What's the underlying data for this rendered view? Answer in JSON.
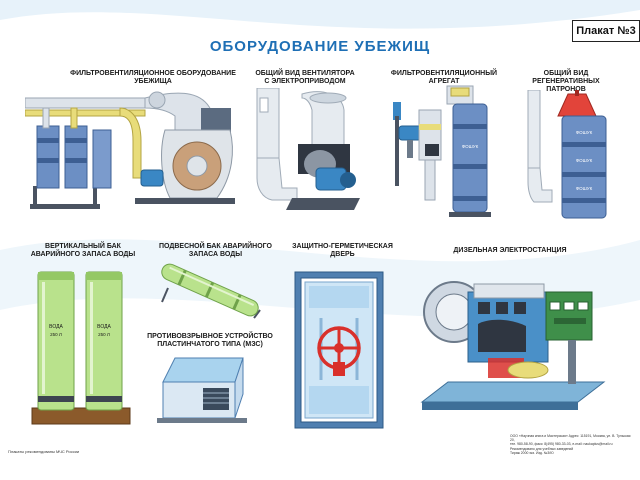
{
  "poster": {
    "title": "ОБОРУДОВАНИЕ УБЕЖИЩ",
    "number": "Плакат №3"
  },
  "sections": {
    "filter_vent_equipment": "ФИЛЬТРОВЕНТИЛЯЦИОННОЕ ОБОРУДОВАНИЕ УБЕЖИЩА",
    "fan_view": "ОБЩИЙ ВИД ВЕНТИЛЯТОРА С ЭЛЕКТРОПРИВОДОМ",
    "filter_vent_unit": "ФИЛЬТРОВЕНТИЛЯЦИОННЫЙ АГРЕГАТ",
    "regen_cartridges": "ОБЩИЙ ВИД РЕГЕНЕРАТИВНЫХ ПАТРОНОВ",
    "vertical_tank": "ВЕРТИКАЛЬНЫЙ БАК АВАРИЙНОГО ЗАПАСА ВОДЫ",
    "suspended_tank": "ПОДВЕСНОЙ БАК АВАРИЙНОГО ЗАПАСА ВОДЫ",
    "protective_door": "ЗАЩИТНО-ГЕРМЕТИЧЕСКАЯ ДВЕРЬ",
    "diesel_station": "ДИЗЕЛЬНАЯ ЭЛЕКТРОСТАНЦИЯ",
    "blast_device": "ПРОТИВОВЗРЫВНОЕ УСТРОЙСТВО ПЛАСТИНЧАТОГО ТИПА (МЗС)"
  },
  "tank_labels": {
    "left": "ВОДА",
    "left_volume": "250 Л",
    "right": "ВОДА",
    "right_volume": "250 Л"
  },
  "canister_labels": {
    "filter_unit": "ФОШУК",
    "regen_1": "ФОШУК",
    "regen_2": "ФОШУК",
    "regen_3": "ФОШУК"
  },
  "footer": {
    "left": "Плакаты рекомендованы МЧС России",
    "right_1": "ООО «Научная книга и Мастерская» Адрес: 115191, Москва, ул. В. Тульская 20,",
    "right_2": "тел. 980-58-90, факс: 8(495) 980-33-03, e-mail: naukaplus@mail.ru",
    "right_3": "Рекомендовано для учебных заведений",
    "right_4": "Тираж 2000 экз. Изд. №3/Ю"
  },
  "colors": {
    "title": "#1e6fb5",
    "pipe": "#dde3ea",
    "pipe_yellow": "#e8dc7a",
    "canister": "#6c8fc4",
    "tank_green": "#b9e28c",
    "door_frame": "#4f7fb0",
    "wheel": "#d9302b",
    "motor": "#3a87c4"
  }
}
